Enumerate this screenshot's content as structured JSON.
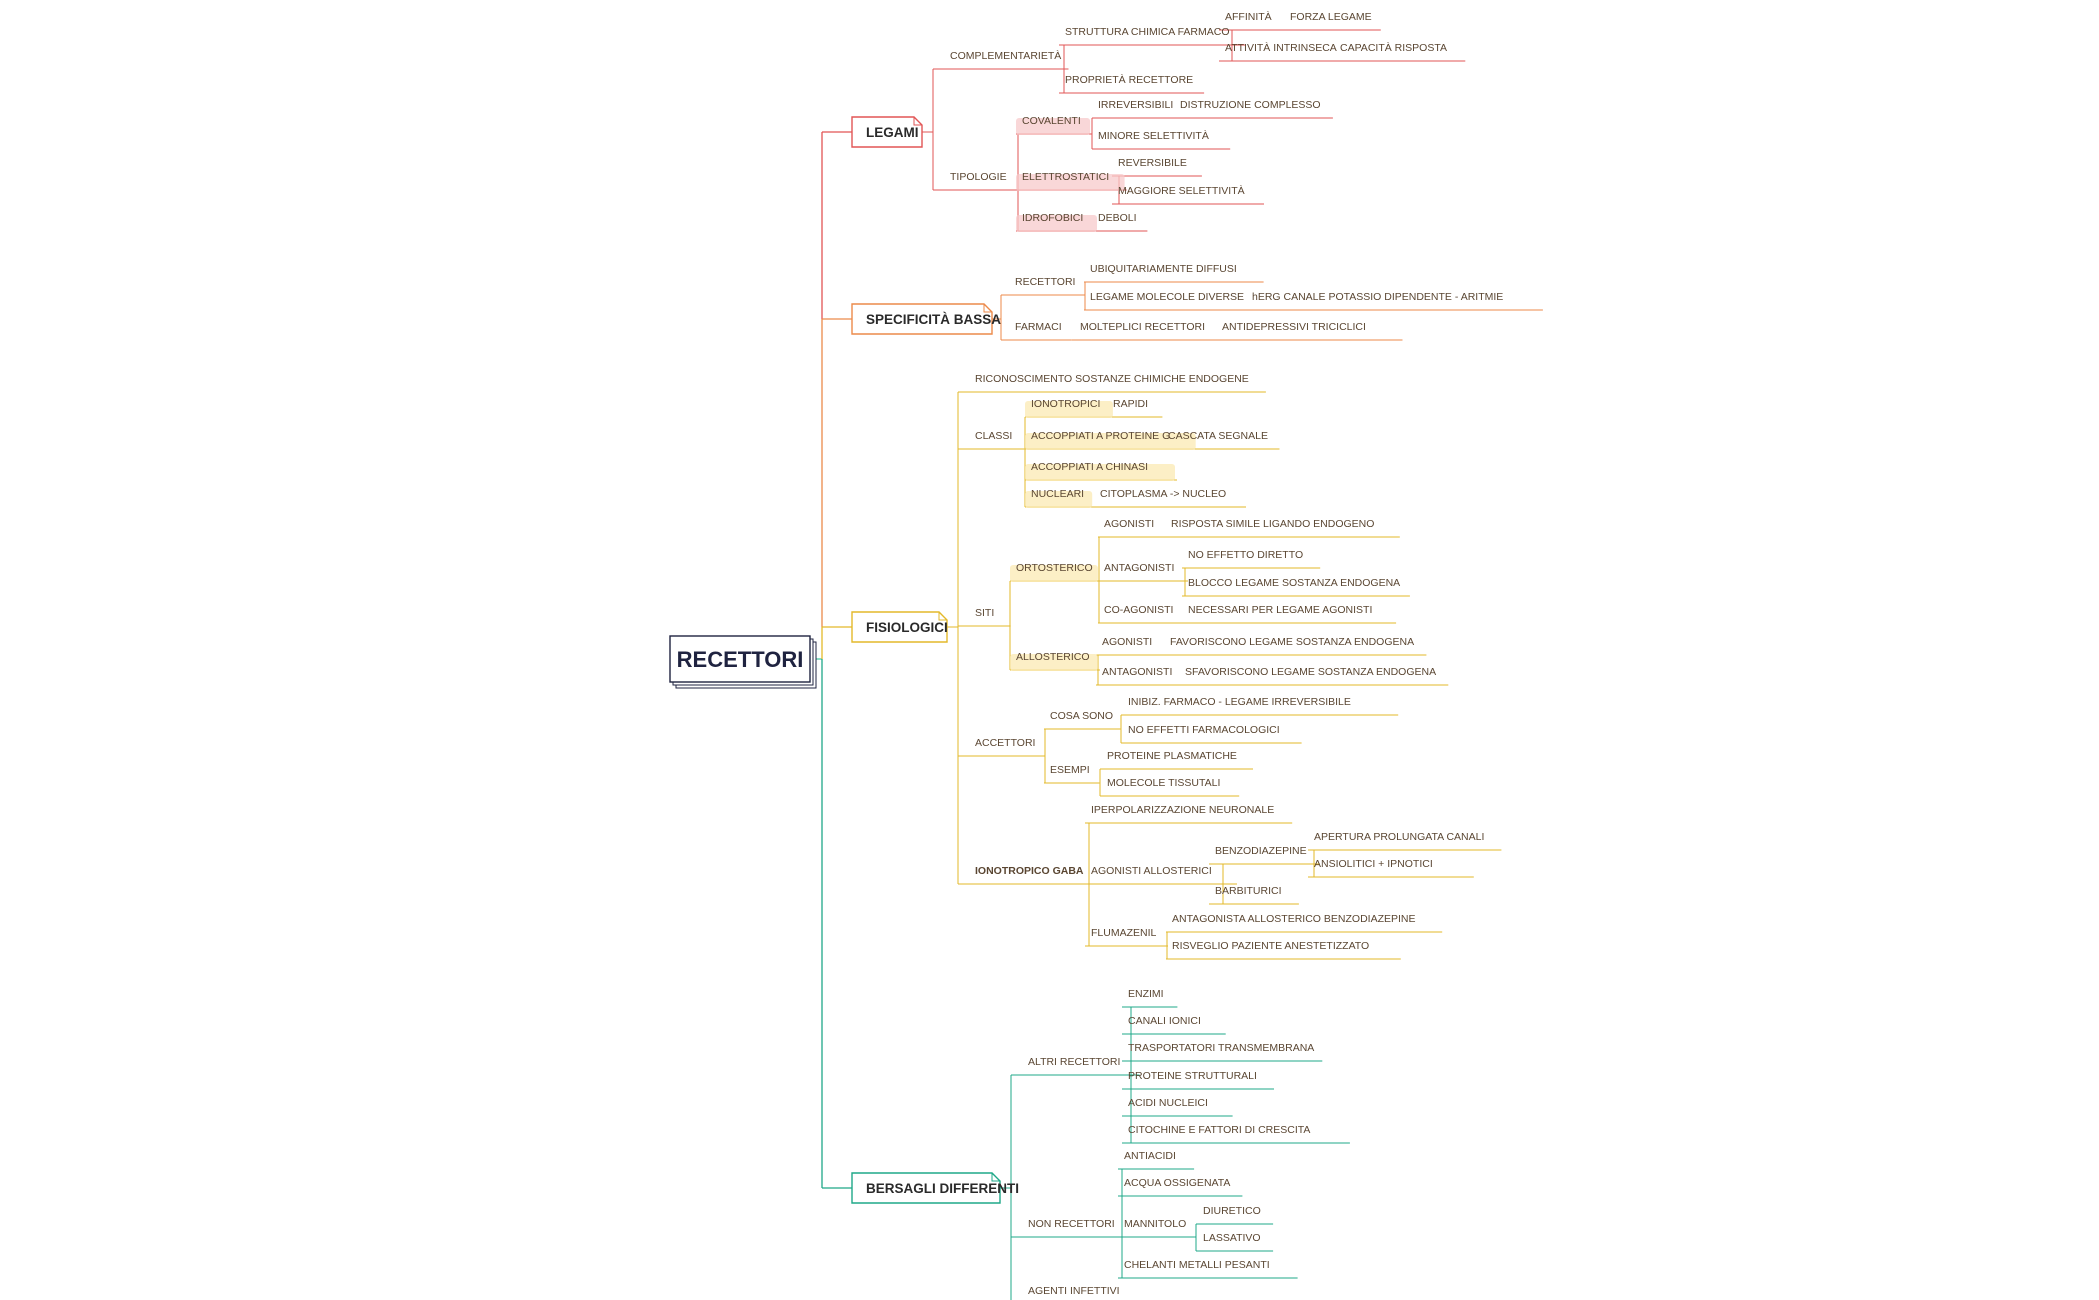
{
  "colors": {
    "legami": "#e25555",
    "specificita": "#ec8a4a",
    "fisiologici": "#e3b92a",
    "bersagli": "#1fa888",
    "root": "#1f2340",
    "root_edge": "#4cc9a3",
    "legami_hl": "#f7c9cb",
    "fisio_hl": "#fbeab3"
  },
  "root": {
    "label": "RECETTORI"
  },
  "categories": [
    {
      "key": "legami",
      "label": "LEGAMI"
    },
    {
      "key": "specificita",
      "label": "SPECIFICITÀ BASSA"
    },
    {
      "key": "fisiologici",
      "label": "FISIOLOGICI"
    },
    {
      "key": "bersagli",
      "label": "BERSAGLI DIFFERENTI"
    }
  ],
  "nodes": {
    "complementarieta": "COMPLEMENTARIETÀ",
    "struttura": "STRUTTURA CHIMICA FARMACO",
    "affinita": "AFFINITÀ",
    "forza_legame": "FORZA LEGAME",
    "attivita": "ATTIVITÀ INTRINSECA",
    "capacita": "CAPACITÀ RISPOSTA",
    "proprieta": "PROPRIETÀ RECETTORE",
    "tipologie": "TIPOLOGIE",
    "covalenti": "COVALENTI",
    "irreversibili": "IRREVERSIBILI",
    "distruzione": "DISTRUZIONE COMPLESSO",
    "minore_sel": "MINORE SELETTIVITÀ",
    "elettrostatici": "ELETTROSTATICI",
    "reversibile": "REVERSIBILE",
    "maggiore_sel": "MAGGIORE SELETTIVITÀ",
    "idrofobici": "IDROFOBICI",
    "deboli": "DEBOLI",
    "recettori_sb": "RECETTORI",
    "ubiquitari": "UBIQUITARIAMENTE DIFFUSI",
    "legame_mol": "LEGAME MOLECOLE DIVERSE",
    "herg": "hERG CANALE POTASSIO DIPENDENTE - ARITMIE",
    "farmaci": "FARMACI",
    "molteplici": "MOLTEPLICI RECETTORI",
    "antidepressivi": "ANTIDEPRESSIVI TRICICLICI",
    "riconoscimento": "RICONOSCIMENTO SOSTANZE CHIMICHE ENDOGENE",
    "classi": "CLASSI",
    "ionotropici": "IONOTROPICI",
    "rapidi": "RAPIDI",
    "proteine_g": "ACCOPPIATI A PROTEINE G",
    "cascata": "CASCATA SEGNALE",
    "chinasi": "ACCOPPIATI A CHINASI",
    "nucleari": "NUCLEARI",
    "citoplasma": "CITOPLASMA -> NUCLEO",
    "siti": "SITI",
    "ortosterico": "ORTOSTERICO",
    "agonisti_o": "AGONISTI",
    "risposta_simile": "RISPOSTA SIMILE LIGANDO ENDOGENO",
    "antagonisti_o": "ANTAGONISTI",
    "no_effetto": "NO EFFETTO DIRETTO",
    "blocco": "BLOCCO LEGAME SOSTANZA ENDOGENA",
    "co_agonisti": "CO-AGONISTI",
    "necessari": "NECESSARI PER LEGAME AGONISTI",
    "allosterico": "ALLOSTERICO",
    "agonisti_a": "AGONISTI",
    "favoriscono": "FAVORISCONO LEGAME SOSTANZA ENDOGENA",
    "antagonisti_a": "ANTAGONISTI",
    "sfavoriscono": "SFAVORISCONO LEGAME SOSTANZA ENDOGENA",
    "accettori": "ACCETTORI",
    "cosa_sono": "COSA SONO",
    "inibiz": "INIBIZ. FARMACO - LEGAME IRREVERSIBILE",
    "no_effetti": "NO EFFETTI FARMACOLOGICI",
    "esempi": "ESEMPI",
    "proteine_plasm": "PROTEINE PLASMATICHE",
    "molecole_tess": "MOLECOLE TISSUTALI",
    "gaba": "IONOTROPICO GABA",
    "iperpolarizzazione": "IPERPOLARIZZAZIONE NEURONALE",
    "agonisti_allo": "AGONISTI ALLOSTERICI",
    "benzodiazepine": "BENZODIAZEPINE",
    "apertura": "APERTURA PROLUNGATA CANALI",
    "ansiolitici": "ANSIOLITICI + IPNOTICI",
    "barbiturici": "BARBITURICI",
    "flumazenil": "FLUMAZENIL",
    "antagonista_allo": "ANTAGONISTA ALLOSTERICO BENZODIAZEPINE",
    "risveglio": "RISVEGLIO PAZIENTE ANESTETIZZATO",
    "altri": "ALTRI RECETTORI",
    "enzimi": "ENZIMI",
    "canali": "CANALI IONICI",
    "trasportatori": "TRASPORTATORI TRANSMEMBRANA",
    "proteine_strut": "PROTEINE STRUTTURALI",
    "acidi": "ACIDI NUCLEICI",
    "citochine": "CITOCHINE E FATTORI DI CRESCITA",
    "non_recettori": "NON RECETTORI",
    "antiacidi": "ANTIACIDI",
    "acqua": "ACQUA OSSIGENATA",
    "mannitolo": "MANNITOLO",
    "diuretico": "DIURETICO",
    "lassativo": "LASSATIVO",
    "chelanti": "CHELANTI METALLI PESANTI",
    "infettivi": "AGENTI INFETTIVI"
  }
}
